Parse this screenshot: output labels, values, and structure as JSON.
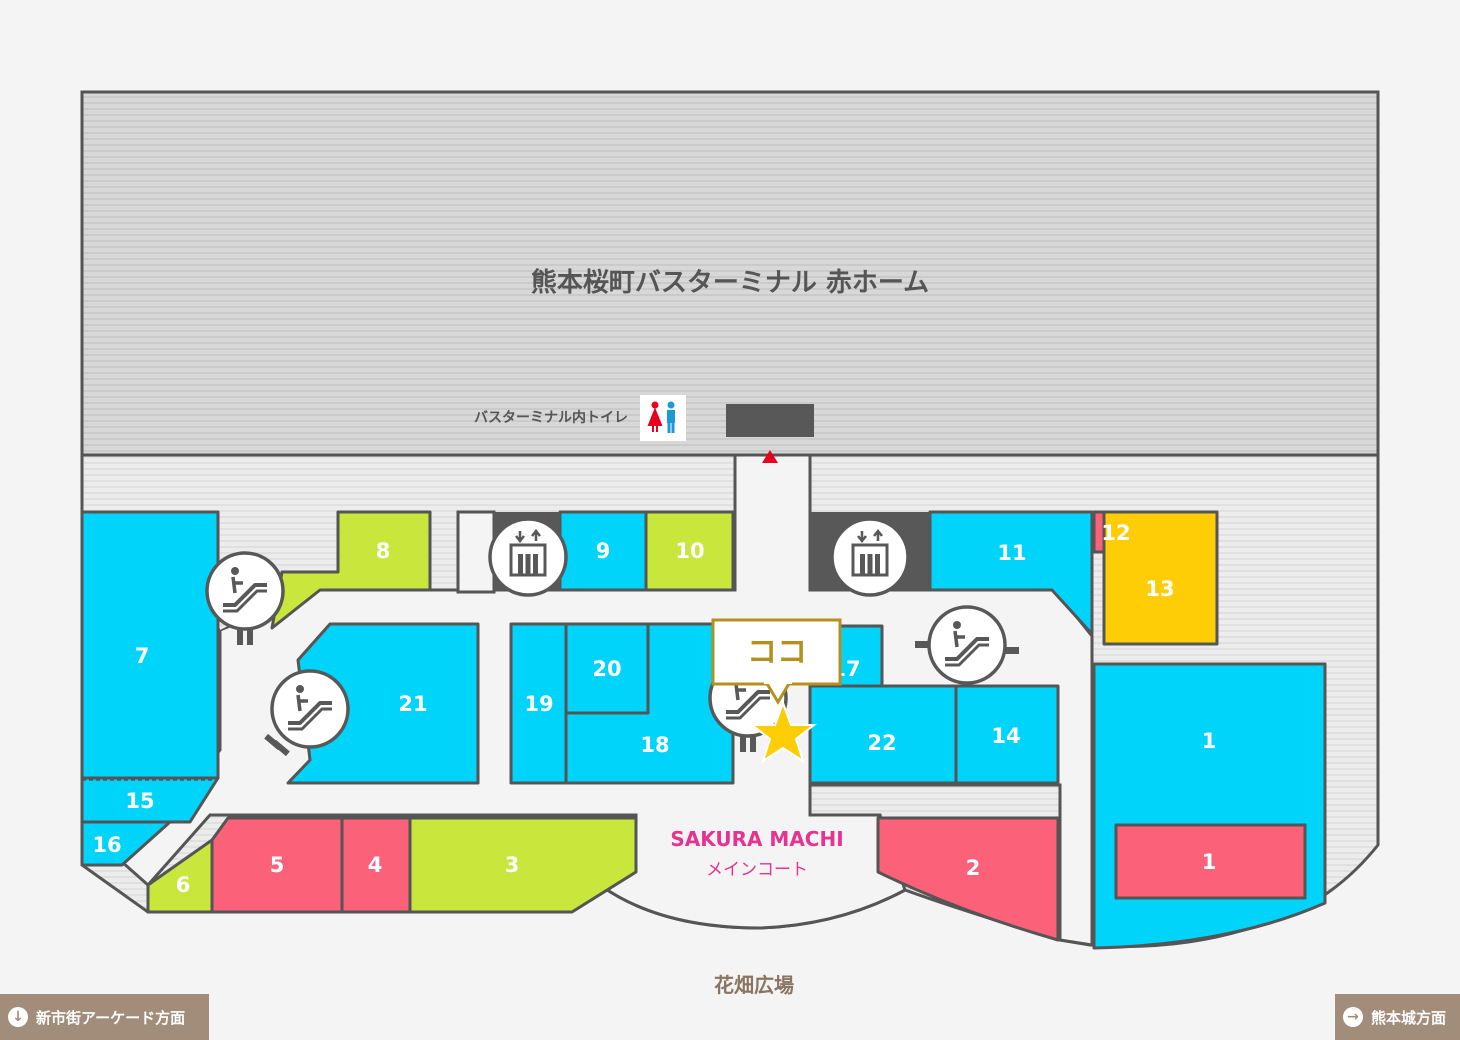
{
  "terminal_label": "熊本桜町バスターミナル 赤ホーム",
  "toilet_label": "バスターミナル内トイレ",
  "here_label": "ココ",
  "court_title": "SAKURA MACHI",
  "court_subtitle": "メインコート",
  "plaza_label": "花畑広場",
  "direction_left": "新市街アーケード方面",
  "direction_right": "熊本城方面",
  "colors": {
    "blue": "#00d4fb",
    "green": "#c8e63b",
    "red": "#fb6179",
    "yellow": "#fecd05",
    "here_gold": "#b4901f",
    "pink_text": "#e8328f",
    "brown": "#a18d7a"
  },
  "stores": [
    {
      "id": "s7",
      "label": "7",
      "color": "blue"
    },
    {
      "id": "s15",
      "label": "15",
      "color": "blue"
    },
    {
      "id": "s16",
      "label": "16",
      "color": "blue"
    },
    {
      "id": "s8",
      "label": "8",
      "color": "green"
    },
    {
      "id": "s9",
      "label": "9",
      "color": "blue"
    },
    {
      "id": "s10",
      "label": "10",
      "color": "green"
    },
    {
      "id": "s11",
      "label": "11",
      "color": "blue"
    },
    {
      "id": "s12",
      "label": "12",
      "color": "red"
    },
    {
      "id": "s13",
      "label": "13",
      "color": "yellow"
    },
    {
      "id": "s21",
      "label": "21",
      "color": "blue"
    },
    {
      "id": "s19",
      "label": "19",
      "color": "blue"
    },
    {
      "id": "s20",
      "label": "20",
      "color": "blue"
    },
    {
      "id": "s18",
      "label": "18",
      "color": "blue"
    },
    {
      "id": "s17",
      "label": "17",
      "color": "blue"
    },
    {
      "id": "s22",
      "label": "22",
      "color": "blue"
    },
    {
      "id": "s14",
      "label": "14",
      "color": "blue"
    },
    {
      "id": "s1a",
      "label": "1",
      "color": "blue"
    },
    {
      "id": "s1b",
      "label": "1",
      "color": "red"
    },
    {
      "id": "s6",
      "label": "6",
      "color": "green"
    },
    {
      "id": "s5",
      "label": "5",
      "color": "red"
    },
    {
      "id": "s4",
      "label": "4",
      "color": "red"
    },
    {
      "id": "s3",
      "label": "3",
      "color": "green"
    },
    {
      "id": "s2",
      "label": "2",
      "color": "red"
    }
  ],
  "icons": [
    "escalator-icon",
    "elevator-icon",
    "toilet-icon",
    "star-icon",
    "arrow-up-icon"
  ]
}
